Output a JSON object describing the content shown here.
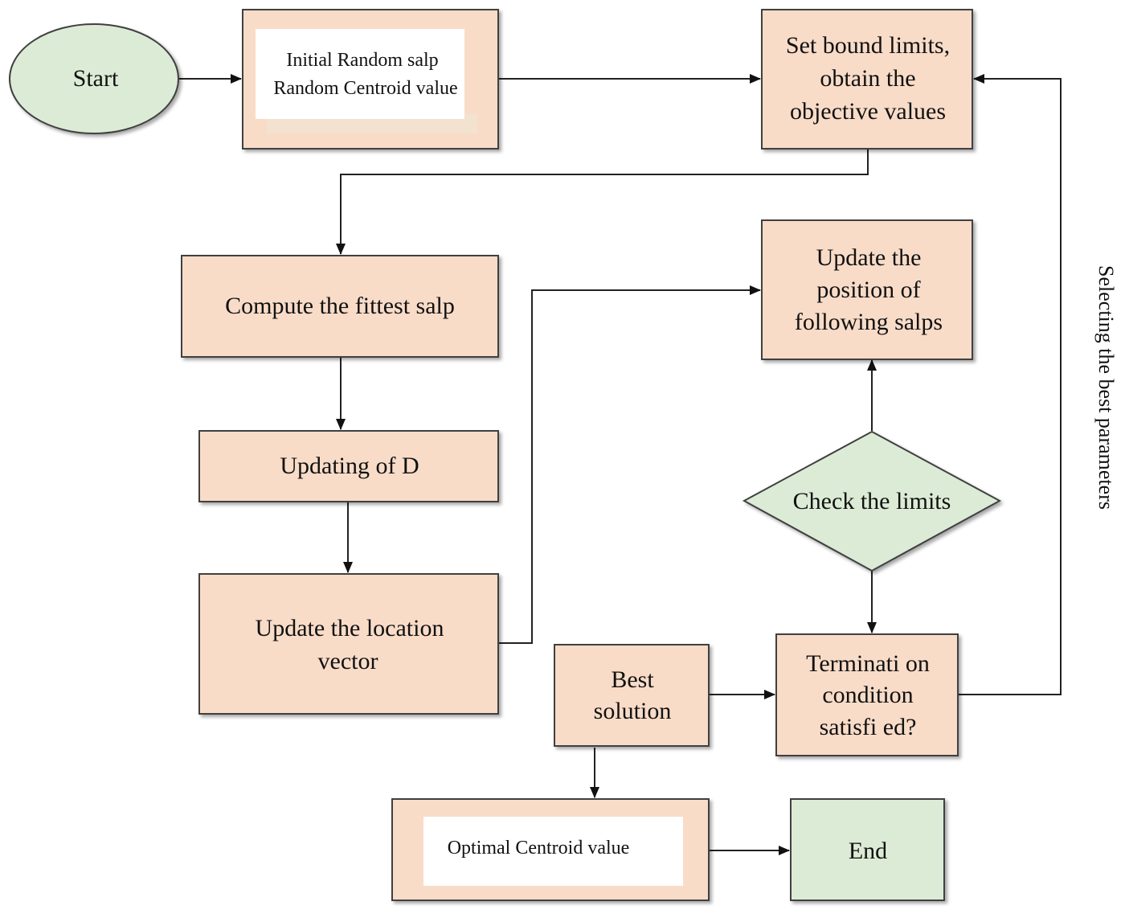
{
  "colors": {
    "process_fill": "#f8dcc8",
    "terminal_fill": "#dcebd6",
    "stroke": "#404040",
    "inner_white": "#ffffff",
    "shadow": "#c8c8c8"
  },
  "nodes": {
    "start": {
      "label": "Start"
    },
    "init": {
      "line1": "Initial Random salp",
      "line2": "Random Centroid value"
    },
    "bounds": {
      "line1": "Set bound limits,",
      "line2": "obtain the",
      "line3": "objective values"
    },
    "fittest": {
      "label": "Compute the fittest salp"
    },
    "update_d": {
      "label": "Updating of D"
    },
    "location": {
      "line1": "Update the location",
      "line2": "vector"
    },
    "follow": {
      "line1": "Update the",
      "line2": "position of",
      "line3": "following salps"
    },
    "check": {
      "label": "Check the limits"
    },
    "best": {
      "line1": "Best",
      "line2": "solution"
    },
    "termination": {
      "line1": "Terminati on",
      "line2": "condition",
      "line3": "satisfi ed?"
    },
    "optimal": {
      "label": "Optimal Centroid value"
    },
    "end": {
      "label": "End"
    }
  },
  "feedback_label": "Selecting the best parameters"
}
